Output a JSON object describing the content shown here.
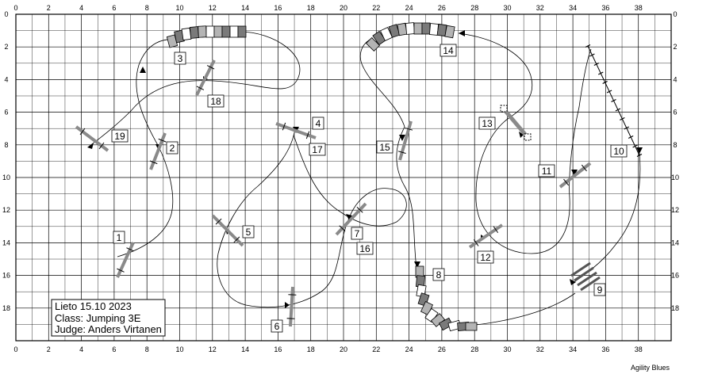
{
  "course": {
    "x_ticks": [
      "0",
      "2",
      "4",
      "6",
      "8",
      "10",
      "12",
      "14",
      "16",
      "18",
      "20",
      "22",
      "24",
      "26",
      "28",
      "30",
      "32",
      "34",
      "36",
      "38"
    ],
    "y_ticks": [
      "0",
      "2",
      "4",
      "6",
      "8",
      "10",
      "12",
      "14",
      "16",
      "18"
    ],
    "info_lines": [
      "Lieto 15.10 2023",
      "Class: Jumping 3E",
      "Judge: Anders Virtanen"
    ],
    "brand": "Agility Blues",
    "obstacle_numbers": [
      "1",
      "2",
      "3",
      "4",
      "5",
      "6",
      "7",
      "8",
      "9",
      "10",
      "11",
      "12",
      "13",
      "14",
      "15",
      "16",
      "17",
      "18",
      "19"
    ]
  },
  "colors": {
    "grid": "#000000",
    "bar": "#8a8a8a",
    "tunnel_dark": "#7a7a7a",
    "tunnel_mid": "#b4b4b4",
    "tunnel_light": "#ffffff"
  }
}
